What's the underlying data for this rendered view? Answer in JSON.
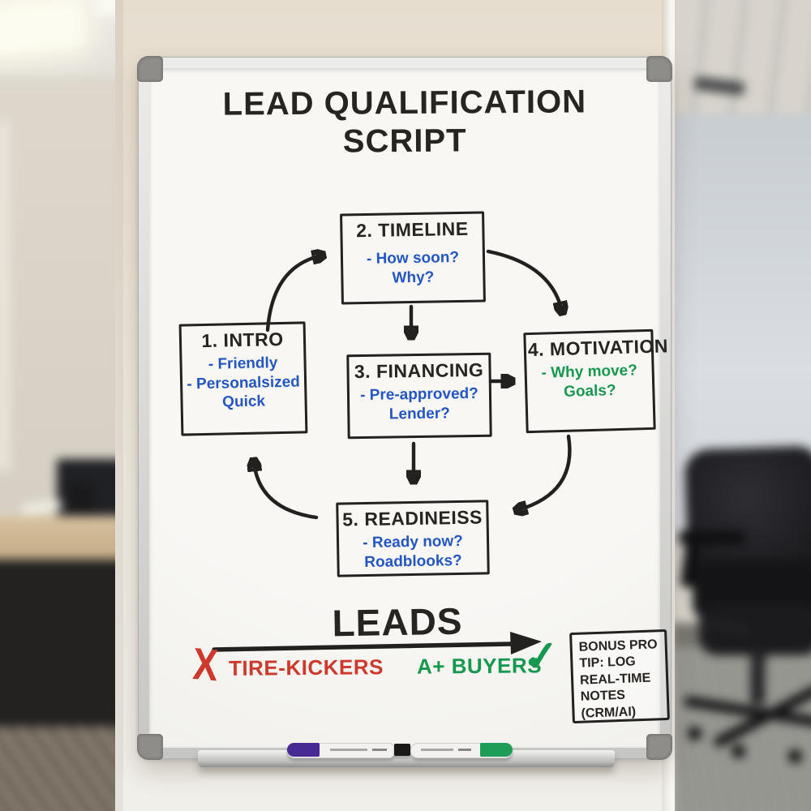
{
  "whiteboard": {
    "title_lines": [
      "LEAD QUALIFICATION",
      "SCRIPT"
    ],
    "boxes": [
      {
        "id": "intro",
        "heading": "1. INTRO",
        "ink": "blue",
        "lines": [
          "- Friendly",
          "- Personalsized",
          "Quick"
        ]
      },
      {
        "id": "timeline",
        "heading": "2. TIMELINE",
        "ink": "blue",
        "lines": [
          "- How soon?",
          "Why?"
        ]
      },
      {
        "id": "financing",
        "heading": "3. FINANCING",
        "ink": "blue",
        "lines": [
          "- Pre-approved?",
          "Lender?"
        ]
      },
      {
        "id": "motivation",
        "heading": "4. MOTIVATION",
        "ink": "green",
        "lines": [
          "- Why move?",
          "Goals?"
        ]
      },
      {
        "id": "readiness",
        "heading": "5. READINEISS",
        "ink": "blue",
        "lines": [
          "- Ready now?",
          "Roadblooks?"
        ]
      }
    ],
    "flow_edges": [
      {
        "from": "intro",
        "to": "timeline"
      },
      {
        "from": "timeline",
        "to": "financing"
      },
      {
        "from": "timeline",
        "to": "motivation"
      },
      {
        "from": "financing",
        "to": "motivation"
      },
      {
        "from": "financing",
        "to": "readiness"
      },
      {
        "from": "motivation",
        "to": "readiness"
      },
      {
        "from": "readiness",
        "to": "intro"
      }
    ],
    "funnel": {
      "label": "LEADS",
      "reject": {
        "mark": "X",
        "label": "TIRE-KICKERS"
      },
      "accept": {
        "label": "A+ BUYERS",
        "mark": "✓"
      }
    },
    "bonus_tip_lines": [
      "BONUS PRO",
      "TIP: LOG",
      "REAL-TIME",
      "NOTES",
      "(CRM/AI)"
    ]
  },
  "ink_colors": {
    "black": "#272421",
    "blue": "#2456c2",
    "green": "#17984f",
    "red": "#cd392c"
  },
  "tray_markers": [
    {
      "cap_color": "#472a94"
    },
    {
      "cap_color": "#191919"
    },
    {
      "cap_color": "#1d9d56"
    }
  ]
}
